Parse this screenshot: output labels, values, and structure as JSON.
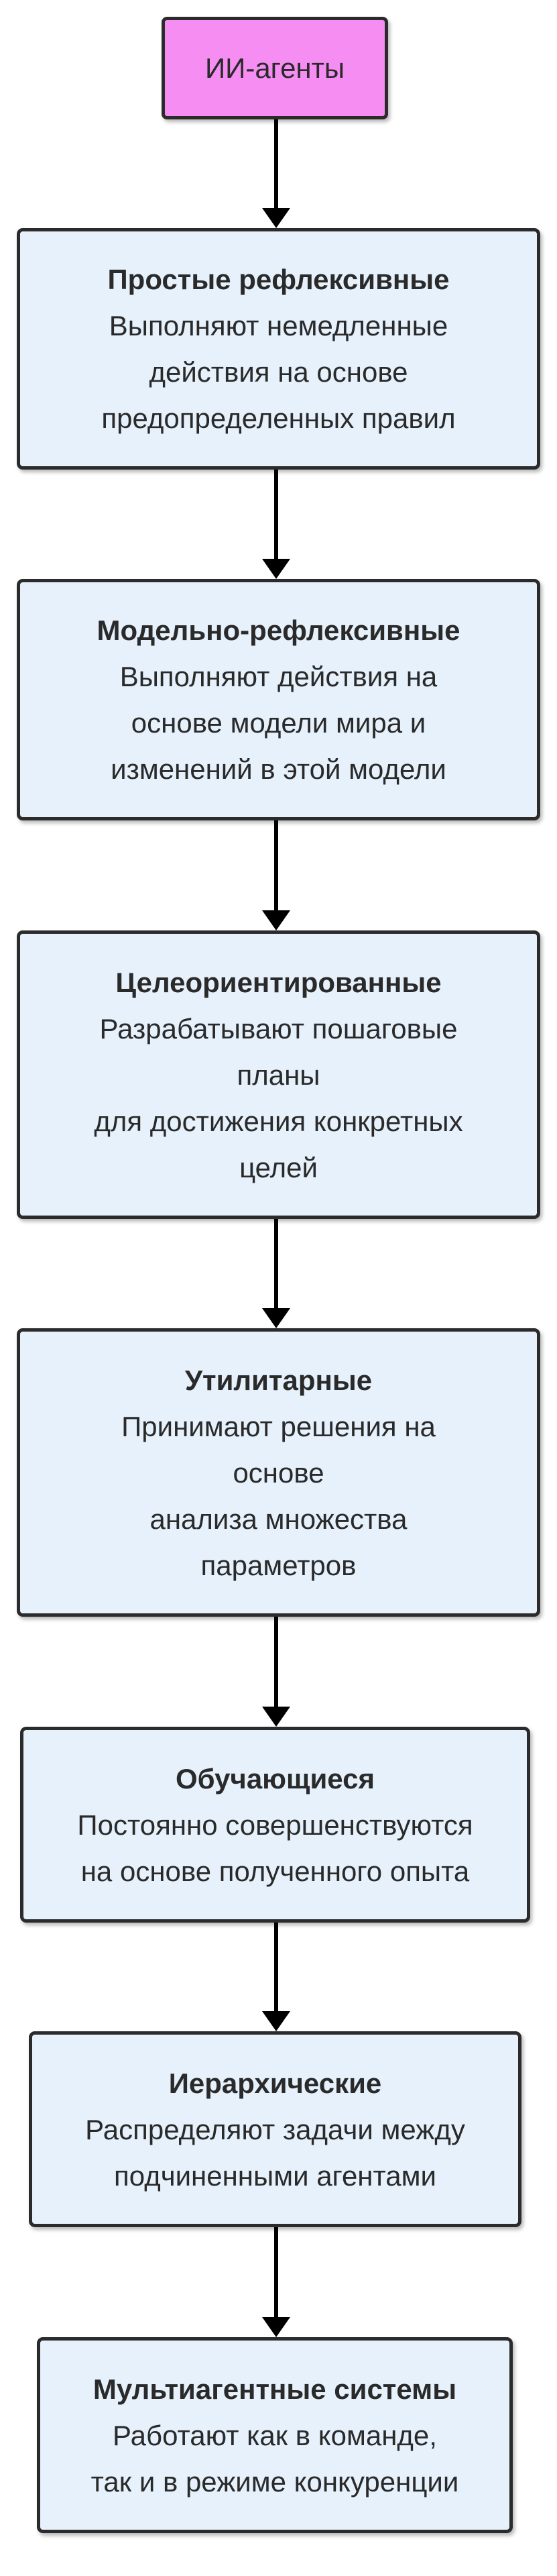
{
  "root": {
    "label": "ИИ-агенты",
    "color": "#f58df3"
  },
  "box_color": "#e6f1fc",
  "nodes": [
    {
      "title": "Простые рефлексивные",
      "lines": [
        "Выполняют немедленные",
        "действия на основе",
        "предопределенных правил"
      ]
    },
    {
      "title": "Модельно-рефлексивные",
      "lines": [
        "Выполняют действия на",
        "основе модели мира и",
        "изменений в этой модели"
      ]
    },
    {
      "title": "Целеориентированные",
      "lines": [
        "Разрабатывают пошаговые",
        "планы",
        "для достижения конкретных",
        "целей"
      ]
    },
    {
      "title": "Утилитарные",
      "lines": [
        "Принимают решения на",
        "основе",
        "анализа множества",
        "параметров"
      ]
    },
    {
      "title": "Обучающиеся",
      "lines": [
        "Постоянно совершенствуются",
        "на основе полученного опыта"
      ]
    },
    {
      "title": "Иерархические",
      "lines": [
        "Распределяют задачи между",
        "подчиненными агентами"
      ]
    },
    {
      "title": "Мультиагентные системы",
      "lines": [
        "Работают как в команде,",
        "так и в режиме конкуренции"
      ]
    }
  ]
}
